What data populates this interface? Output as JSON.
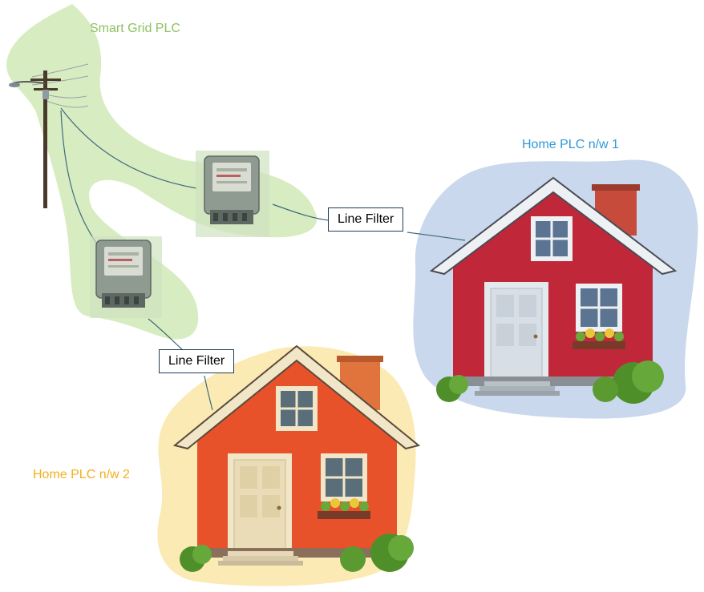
{
  "labels": {
    "smart_grid": "Smart Grid PLC",
    "home_nw1": "Home PLC n/w 1",
    "home_nw2": "Home PLC n/w 2"
  },
  "filters": {
    "filter1": "Line Filter",
    "filter2": "Line Filter"
  },
  "colors": {
    "smart_grid_zone": "#d8ecc2",
    "smart_grid_text": "#8cc264",
    "home1_zone": "#c9d8ec",
    "home1_text": "#2e9ad6",
    "home2_zone": "#fbeab3",
    "home2_text": "#f2b01e",
    "house1_wall": "#c0283a",
    "house2_wall": "#e8522a"
  }
}
